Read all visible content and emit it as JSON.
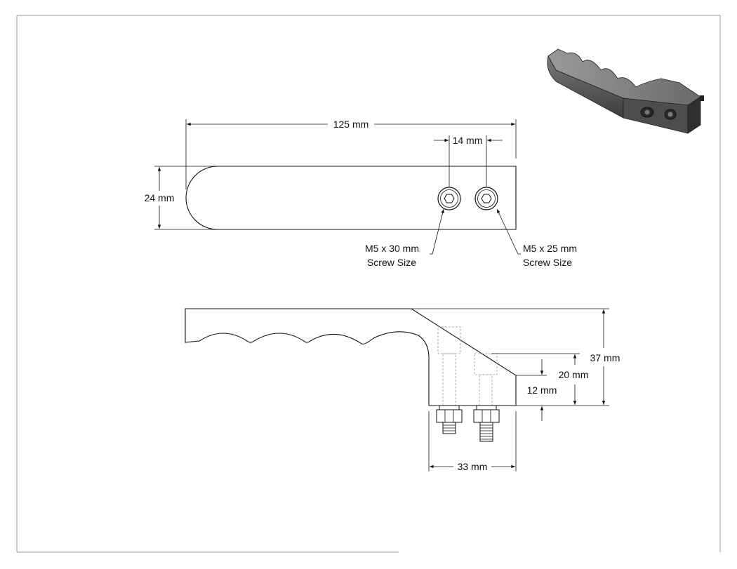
{
  "dimensions": {
    "length": "125 mm",
    "spacing": "14 mm",
    "width": "24 mm",
    "height": "37 mm",
    "step_height": "20 mm",
    "thread_height": "12 mm",
    "base_width": "33 mm"
  },
  "callouts": {
    "screw_1_size": "M5 x 30 mm",
    "screw_1_label": "Screw Size",
    "screw_2_size": "M5 x 25 mm",
    "screw_2_label": "Screw Size"
  },
  "colors": {
    "line": "#111111",
    "frame": "#999999",
    "hidden_line": "#999999",
    "render_body": "#5a5a5a"
  },
  "icons": {
    "screw_head": "hex-socket-icon",
    "arrowhead": "arrow-icon"
  }
}
